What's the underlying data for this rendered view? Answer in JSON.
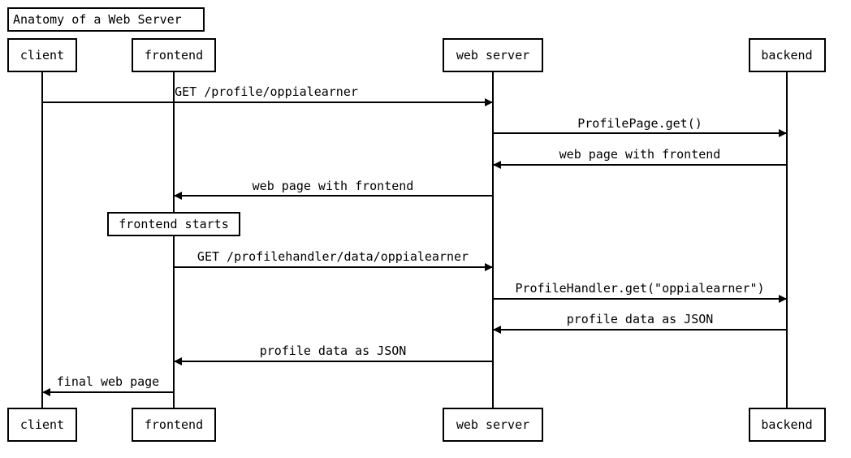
{
  "title": "Anatomy of a Web Server",
  "participants": [
    {
      "id": "client",
      "label": "client"
    },
    {
      "id": "frontend",
      "label": "frontend"
    },
    {
      "id": "webserver",
      "label": "web server"
    },
    {
      "id": "backend",
      "label": "backend"
    }
  ],
  "messages": [
    {
      "from": "client",
      "to": "webserver",
      "label": "GET /profile/oppialearner"
    },
    {
      "from": "webserver",
      "to": "backend",
      "label": "ProfilePage.get()"
    },
    {
      "from": "backend",
      "to": "webserver",
      "label": "web page with frontend"
    },
    {
      "from": "webserver",
      "to": "frontend",
      "label": "web page with frontend"
    },
    {
      "from": "frontend",
      "to": "webserver",
      "label": "GET /profilehandler/data/oppialearner"
    },
    {
      "from": "webserver",
      "to": "backend",
      "label": "ProfileHandler.get(\"oppialearner\")"
    },
    {
      "from": "backend",
      "to": "webserver",
      "label": "profile data as JSON"
    },
    {
      "from": "webserver",
      "to": "frontend",
      "label": "profile data as JSON"
    },
    {
      "from": "frontend",
      "to": "client",
      "label": "final web page"
    }
  ],
  "notes": [
    {
      "on": "frontend",
      "label": "frontend starts"
    }
  ]
}
